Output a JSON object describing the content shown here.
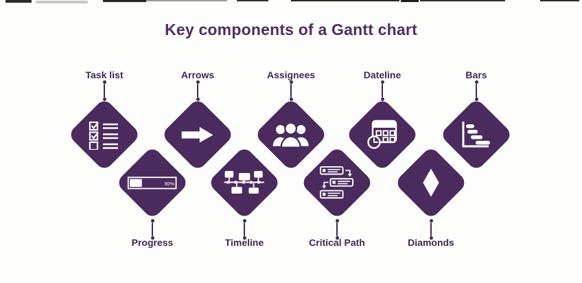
{
  "title": "Key components of a Gantt chart",
  "colors": {
    "background": "#fdfdfb",
    "diamond_fill": "#4b2a5d",
    "title_text": "#4f2c63",
    "label_text": "#3d2a55",
    "icon_color": "#ffffff"
  },
  "components": [
    {
      "id": "task-list",
      "label": "Task list",
      "row": "top",
      "icon": "checklist-icon"
    },
    {
      "id": "arrows",
      "label": "Arrows",
      "row": "top",
      "icon": "arrow-right-icon"
    },
    {
      "id": "assignees",
      "label": "Assignees",
      "row": "top",
      "icon": "people-group-icon"
    },
    {
      "id": "dateline",
      "label": "Dateline",
      "row": "top",
      "icon": "calendar-clock-icon"
    },
    {
      "id": "bars",
      "label": "Bars",
      "row": "top",
      "icon": "gantt-bars-icon"
    },
    {
      "id": "progress",
      "label": "Progress",
      "row": "bottom",
      "icon": "progress-bar-icon",
      "value": "30%"
    },
    {
      "id": "timeline",
      "label": "Timeline",
      "row": "bottom",
      "icon": "timeline-flow-icon"
    },
    {
      "id": "critical-path",
      "label": "Critical Path",
      "row": "bottom",
      "icon": "linked-tasks-icon"
    },
    {
      "id": "diamonds",
      "label": "Diamonds",
      "row": "bottom",
      "icon": "milestone-diamond-icon"
    }
  ]
}
